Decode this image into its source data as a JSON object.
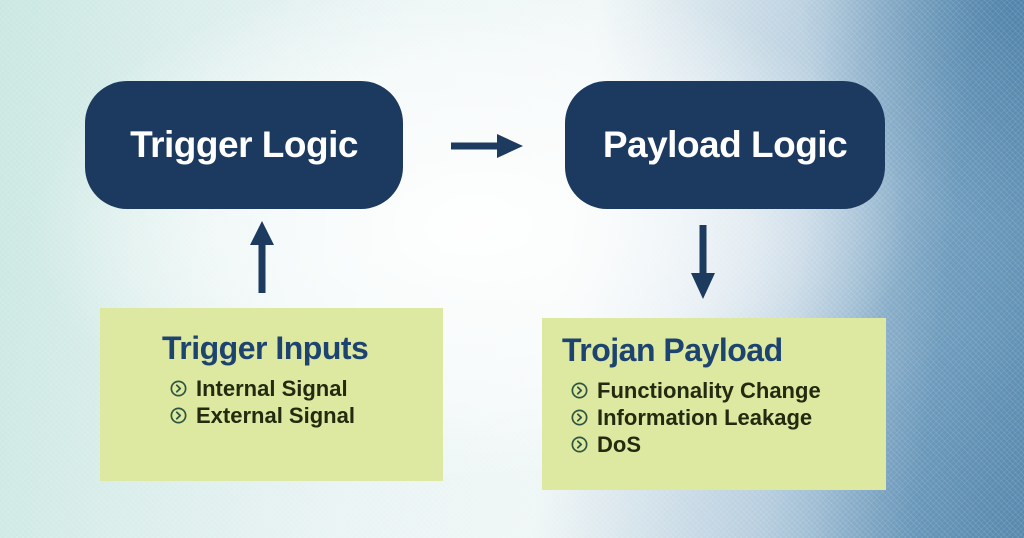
{
  "nodes": {
    "trigger_logic": {
      "label": "Trigger Logic"
    },
    "payload_logic": {
      "label": "Payload Logic"
    }
  },
  "panels": {
    "trigger_inputs": {
      "title": "Trigger Inputs",
      "items": [
        "Internal Signal",
        "External Signal"
      ]
    },
    "trojan_payload": {
      "title": "Trojan Payload",
      "items": [
        "Functionality Change",
        "Information Leakage",
        "DoS"
      ]
    }
  },
  "icons": {
    "bullet": "circle-chevron-icon",
    "flow_between_nodes": "arrow-right-icon",
    "flow_inputs_to_trigger": "arrow-up-icon",
    "flow_payload_to_trojan": "arrow-down-icon"
  },
  "colors": {
    "node_fill": "#1c3a60",
    "node_text": "#ffffff",
    "arrow": "#1d3a5f",
    "panel_fill": "#dde8a1",
    "panel_title": "#1d4370",
    "panel_text": "#222a10",
    "bullet_icon": "#2d5540",
    "background_light": "#eff6f6",
    "background_mint": "#c9e7e0",
    "background_blue": "#6f9cbd"
  }
}
